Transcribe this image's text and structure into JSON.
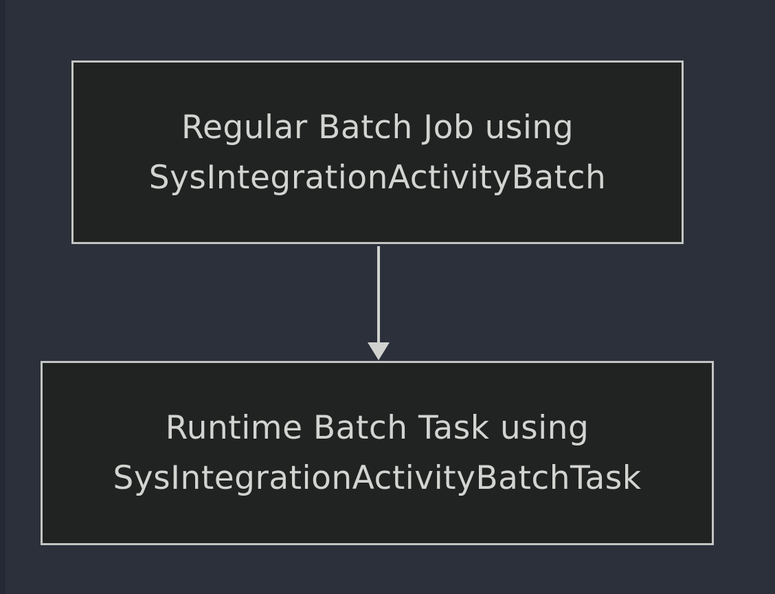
{
  "canvas": {
    "background_color": "#2c303b",
    "left_edge_strip_color": "#262935"
  },
  "diagram": {
    "node_style": {
      "fill_color": "#212322",
      "border_color": "#c3c5c2",
      "text_color": "#d3d4d1"
    },
    "nodes": [
      {
        "id": "regular-batch-job",
        "line1": "Regular Batch Job using",
        "line2": "SysIntegrationActivityBatch"
      },
      {
        "id": "runtime-batch-task",
        "line1": "Runtime Batch Task using",
        "line2": "SysIntegrationActivityBatchTask"
      }
    ],
    "connector": {
      "type": "arrow-down",
      "from": "regular-batch-job",
      "to": "runtime-batch-task",
      "color": "#d0d2cf"
    }
  }
}
